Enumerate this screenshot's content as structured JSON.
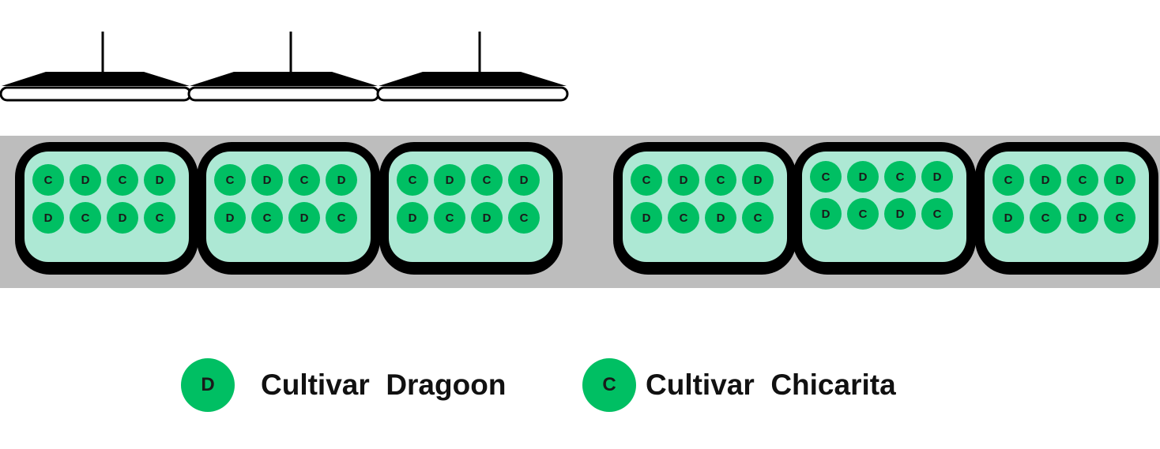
{
  "colors": {
    "bench": "#bdbdbd",
    "tray_border": "#000000",
    "tray_fill": "#ade8d4",
    "plant": "#00bf63",
    "lamp": "#000000"
  },
  "lamp_icon": "grow-light-fixture",
  "trays": [
    {
      "rows": [
        [
          "C",
          "D",
          "C",
          "D"
        ],
        [
          "D",
          "C",
          "D",
          "C"
        ]
      ]
    },
    {
      "rows": [
        [
          "C",
          "D",
          "C",
          "D"
        ],
        [
          "D",
          "C",
          "D",
          "C"
        ]
      ]
    },
    {
      "rows": [
        [
          "C",
          "D",
          "C",
          "D"
        ],
        [
          "D",
          "C",
          "D",
          "C"
        ]
      ]
    },
    {
      "rows": [
        [
          "C",
          "D",
          "C",
          "D"
        ],
        [
          "D",
          "C",
          "D",
          "C"
        ]
      ]
    },
    {
      "rows": [
        [
          "C",
          "D",
          "C",
          "D"
        ],
        [
          "D",
          "C",
          "D",
          "C"
        ]
      ]
    },
    {
      "rows": [
        [
          "C",
          "D",
          "C",
          "D"
        ],
        [
          "D",
          "C",
          "D",
          "C"
        ]
      ]
    }
  ],
  "legend": [
    {
      "symbol": "D",
      "label": "Cultivar  Dragoon"
    },
    {
      "symbol": "C",
      "label": "Cultivar  Chicarita"
    }
  ]
}
